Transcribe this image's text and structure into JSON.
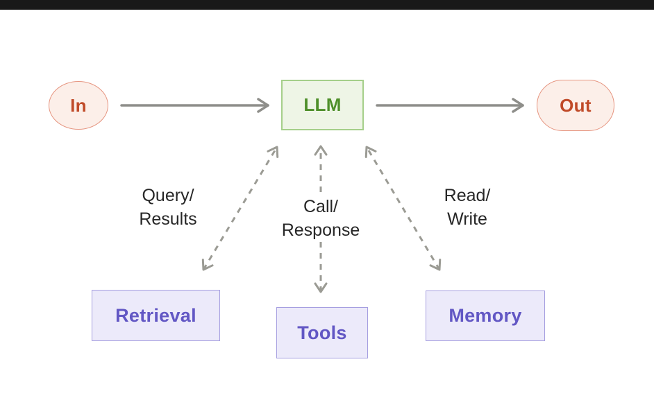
{
  "diagram": {
    "nodes": {
      "in": "In",
      "llm": "LLM",
      "out": "Out",
      "retrieval": "Retrieval",
      "tools": "Tools",
      "memory": "Memory"
    },
    "edge_labels": {
      "retrieval_llm": {
        "line1": "Query/",
        "line2": "Results"
      },
      "tools_llm": {
        "line1": "Call/",
        "line2": "Response"
      },
      "memory_llm": {
        "line1": "Read/",
        "line2": "Write"
      }
    },
    "colors": {
      "io_fill": "#fcefe9",
      "io_border": "#e69580",
      "io_text": "#c04a28",
      "llm_fill": "#eef5e6",
      "llm_border": "#a5cf8a",
      "llm_text": "#4e8f2a",
      "module_fill": "#eceafa",
      "module_border": "#a59ee0",
      "module_text": "#6257c4",
      "arrow_solid": "#8e8e8a",
      "arrow_dashed": "#9b9b94",
      "label_text": "#272727",
      "letterbox": "#191919",
      "background": "#ffffff"
    }
  }
}
